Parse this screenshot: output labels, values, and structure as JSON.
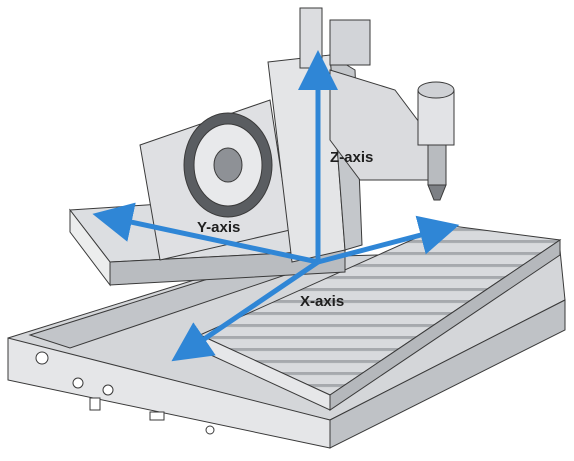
{
  "labels": {
    "x_axis": "X-axis",
    "y_axis": "Y-axis",
    "z_axis": "Z-axis"
  },
  "colors": {
    "arrow": "#2f86d6",
    "metal_light": "#e9eaec",
    "metal_mid": "#cfd1d4",
    "metal_dark": "#9a9da1",
    "outline": "#3a3a3a"
  }
}
